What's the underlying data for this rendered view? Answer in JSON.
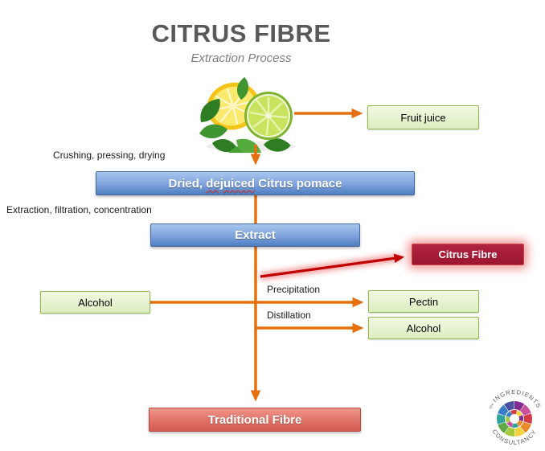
{
  "title": "CITRUS FIBRE",
  "subtitle": "Extraction Process",
  "boxes": {
    "fruit_juice": "Fruit juice",
    "pomace_prefix": "Dried, ",
    "pomace_misspelled": "dejuiced",
    "pomace_suffix": " Citrus pomace",
    "extract": "Extract",
    "citrus_fibre": "Citrus Fibre",
    "alcohol_left": "Alcohol",
    "pectin": "Pectin",
    "alcohol_right": "Alcohol",
    "traditional_fibre": "Traditional Fibre"
  },
  "process_labels": {
    "crushing": "Crushing, pressing, drying",
    "extraction": "Extraction, filtration, concentration",
    "precipitation": "Precipitation",
    "distillation": "Distillation"
  },
  "logo": {
    "the": "the",
    "top": "INGREDIENTS",
    "bottom": "CONSULTANCY"
  },
  "colors": {
    "arrow_orange": "#E6700F",
    "arrow_red": "#C00000",
    "box_blue": "#4F81BD",
    "box_green_border": "#94B64E",
    "box_crimson": "#A61C35",
    "box_salmon": "#D8655B",
    "title_gray": "#595959"
  }
}
